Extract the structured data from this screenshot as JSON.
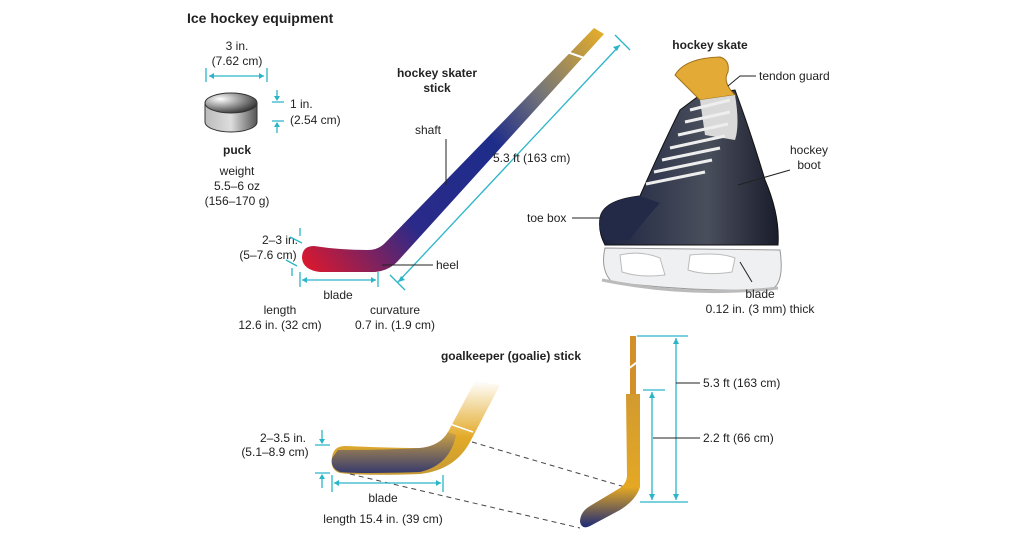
{
  "title": "Ice hockey equipment",
  "puck": {
    "name": "puck",
    "diameter": [
      "3 in.",
      "(7.62 cm)"
    ],
    "thickness": [
      "1 in.",
      "(2.54 cm)"
    ],
    "weight": [
      "weight",
      "5.5–6 oz",
      "(156–170 g)"
    ]
  },
  "skater_stick": {
    "name": [
      "hockey skater",
      "stick"
    ],
    "shaft": "shaft",
    "length": "5.3 ft (163 cm)",
    "blade_height": [
      "2–3 in.",
      "(5–7.6 cm)"
    ],
    "heel": "heel",
    "blade": "blade",
    "blade_length": [
      "length",
      "12.6 in. (32 cm)"
    ],
    "curvature": [
      "curvature",
      "0.7 in. (1.9 cm)"
    ]
  },
  "skate": {
    "name": "hockey skate",
    "tendon_guard": "tendon guard",
    "boot": [
      "hockey",
      "boot"
    ],
    "toe_box": "toe box",
    "blade": [
      "blade",
      "0.12 in. (3 mm) thick"
    ]
  },
  "goalie_stick": {
    "name": "goalkeeper (goalie) stick",
    "blade_height": [
      "2–3.5 in.",
      "(5.1–8.9 cm)"
    ],
    "blade": "blade",
    "blade_length": "length 15.4 in. (39 cm)",
    "total_length": "5.3 ft (163 cm)",
    "paddle_length": "2.2 ft (66 cm)"
  },
  "colors": {
    "dimension": "#2bb5c8",
    "gold": "#e0a62a",
    "navy": "#1f2f7a",
    "red": "#d2192f"
  }
}
